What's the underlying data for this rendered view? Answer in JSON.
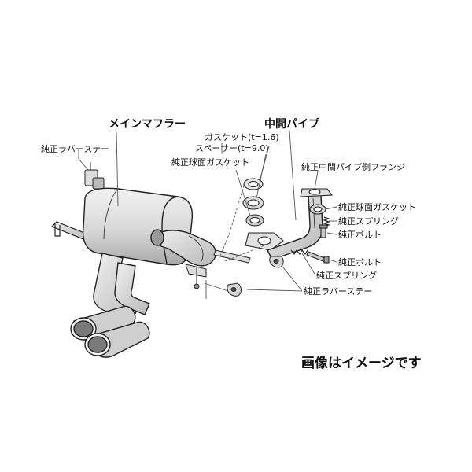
{
  "labels": {
    "main_muffler": "メインマフラー",
    "genuine_rubber_stay_left": "純正ラバーステー",
    "gasket": "ガスケット(t=1.6)",
    "spacer": "スペーサー(t=9.0)",
    "genuine_spherical_gasket_top": "純正球面ガスケット",
    "center_pipe": "中間パイプ",
    "genuine_center_pipe_flange": "純正中間パイプ側フランジ",
    "genuine_spherical_gasket_right": "純正球面ガスケット",
    "genuine_spring_right": "純正スプリング",
    "genuine_bolt_right": "純正ボルト",
    "genuine_bolt_lower": "純正ボルト",
    "genuine_spring_lower": "純正スプリング",
    "genuine_rubber_stay_lower": "純正ラバーステー",
    "image_note": "画像はイメージです"
  },
  "colors": {
    "body_fill": "#e6e6e6",
    "body_shade": "#bdbdbd",
    "line": "#222222",
    "leader": "#555555"
  }
}
